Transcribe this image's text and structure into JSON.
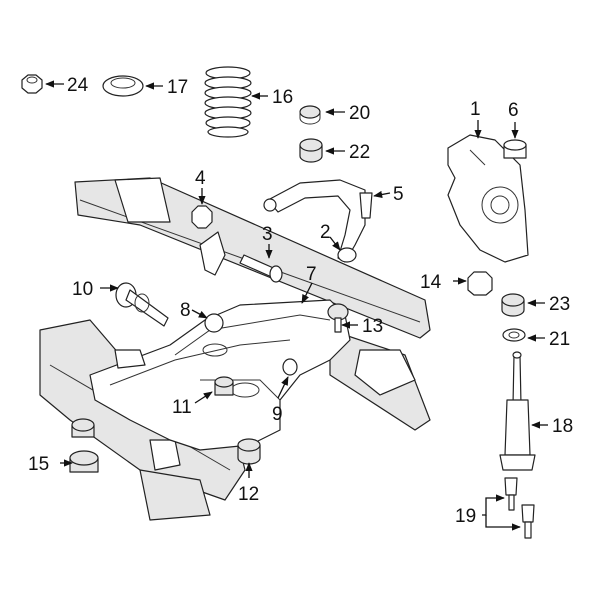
{
  "diagram": {
    "callouts": [
      {
        "id": "c1",
        "num": "1"
      },
      {
        "id": "c2",
        "num": "2"
      },
      {
        "id": "c3",
        "num": "3"
      },
      {
        "id": "c4",
        "num": "4"
      },
      {
        "id": "c5",
        "num": "5"
      },
      {
        "id": "c6",
        "num": "6"
      },
      {
        "id": "c7",
        "num": "7"
      },
      {
        "id": "c8",
        "num": "8"
      },
      {
        "id": "c9",
        "num": "9"
      },
      {
        "id": "c10",
        "num": "10"
      },
      {
        "id": "c11",
        "num": "11"
      },
      {
        "id": "c12",
        "num": "12"
      },
      {
        "id": "c13",
        "num": "13"
      },
      {
        "id": "c14",
        "num": "14"
      },
      {
        "id": "c15",
        "num": "15"
      },
      {
        "id": "c16",
        "num": "16"
      },
      {
        "id": "c17",
        "num": "17"
      },
      {
        "id": "c18",
        "num": "18"
      },
      {
        "id": "c19",
        "num": "19"
      },
      {
        "id": "c20",
        "num": "20"
      },
      {
        "id": "c21",
        "num": "21"
      },
      {
        "id": "c22",
        "num": "22"
      },
      {
        "id": "c23",
        "num": "23"
      },
      {
        "id": "c24",
        "num": "24"
      }
    ]
  }
}
